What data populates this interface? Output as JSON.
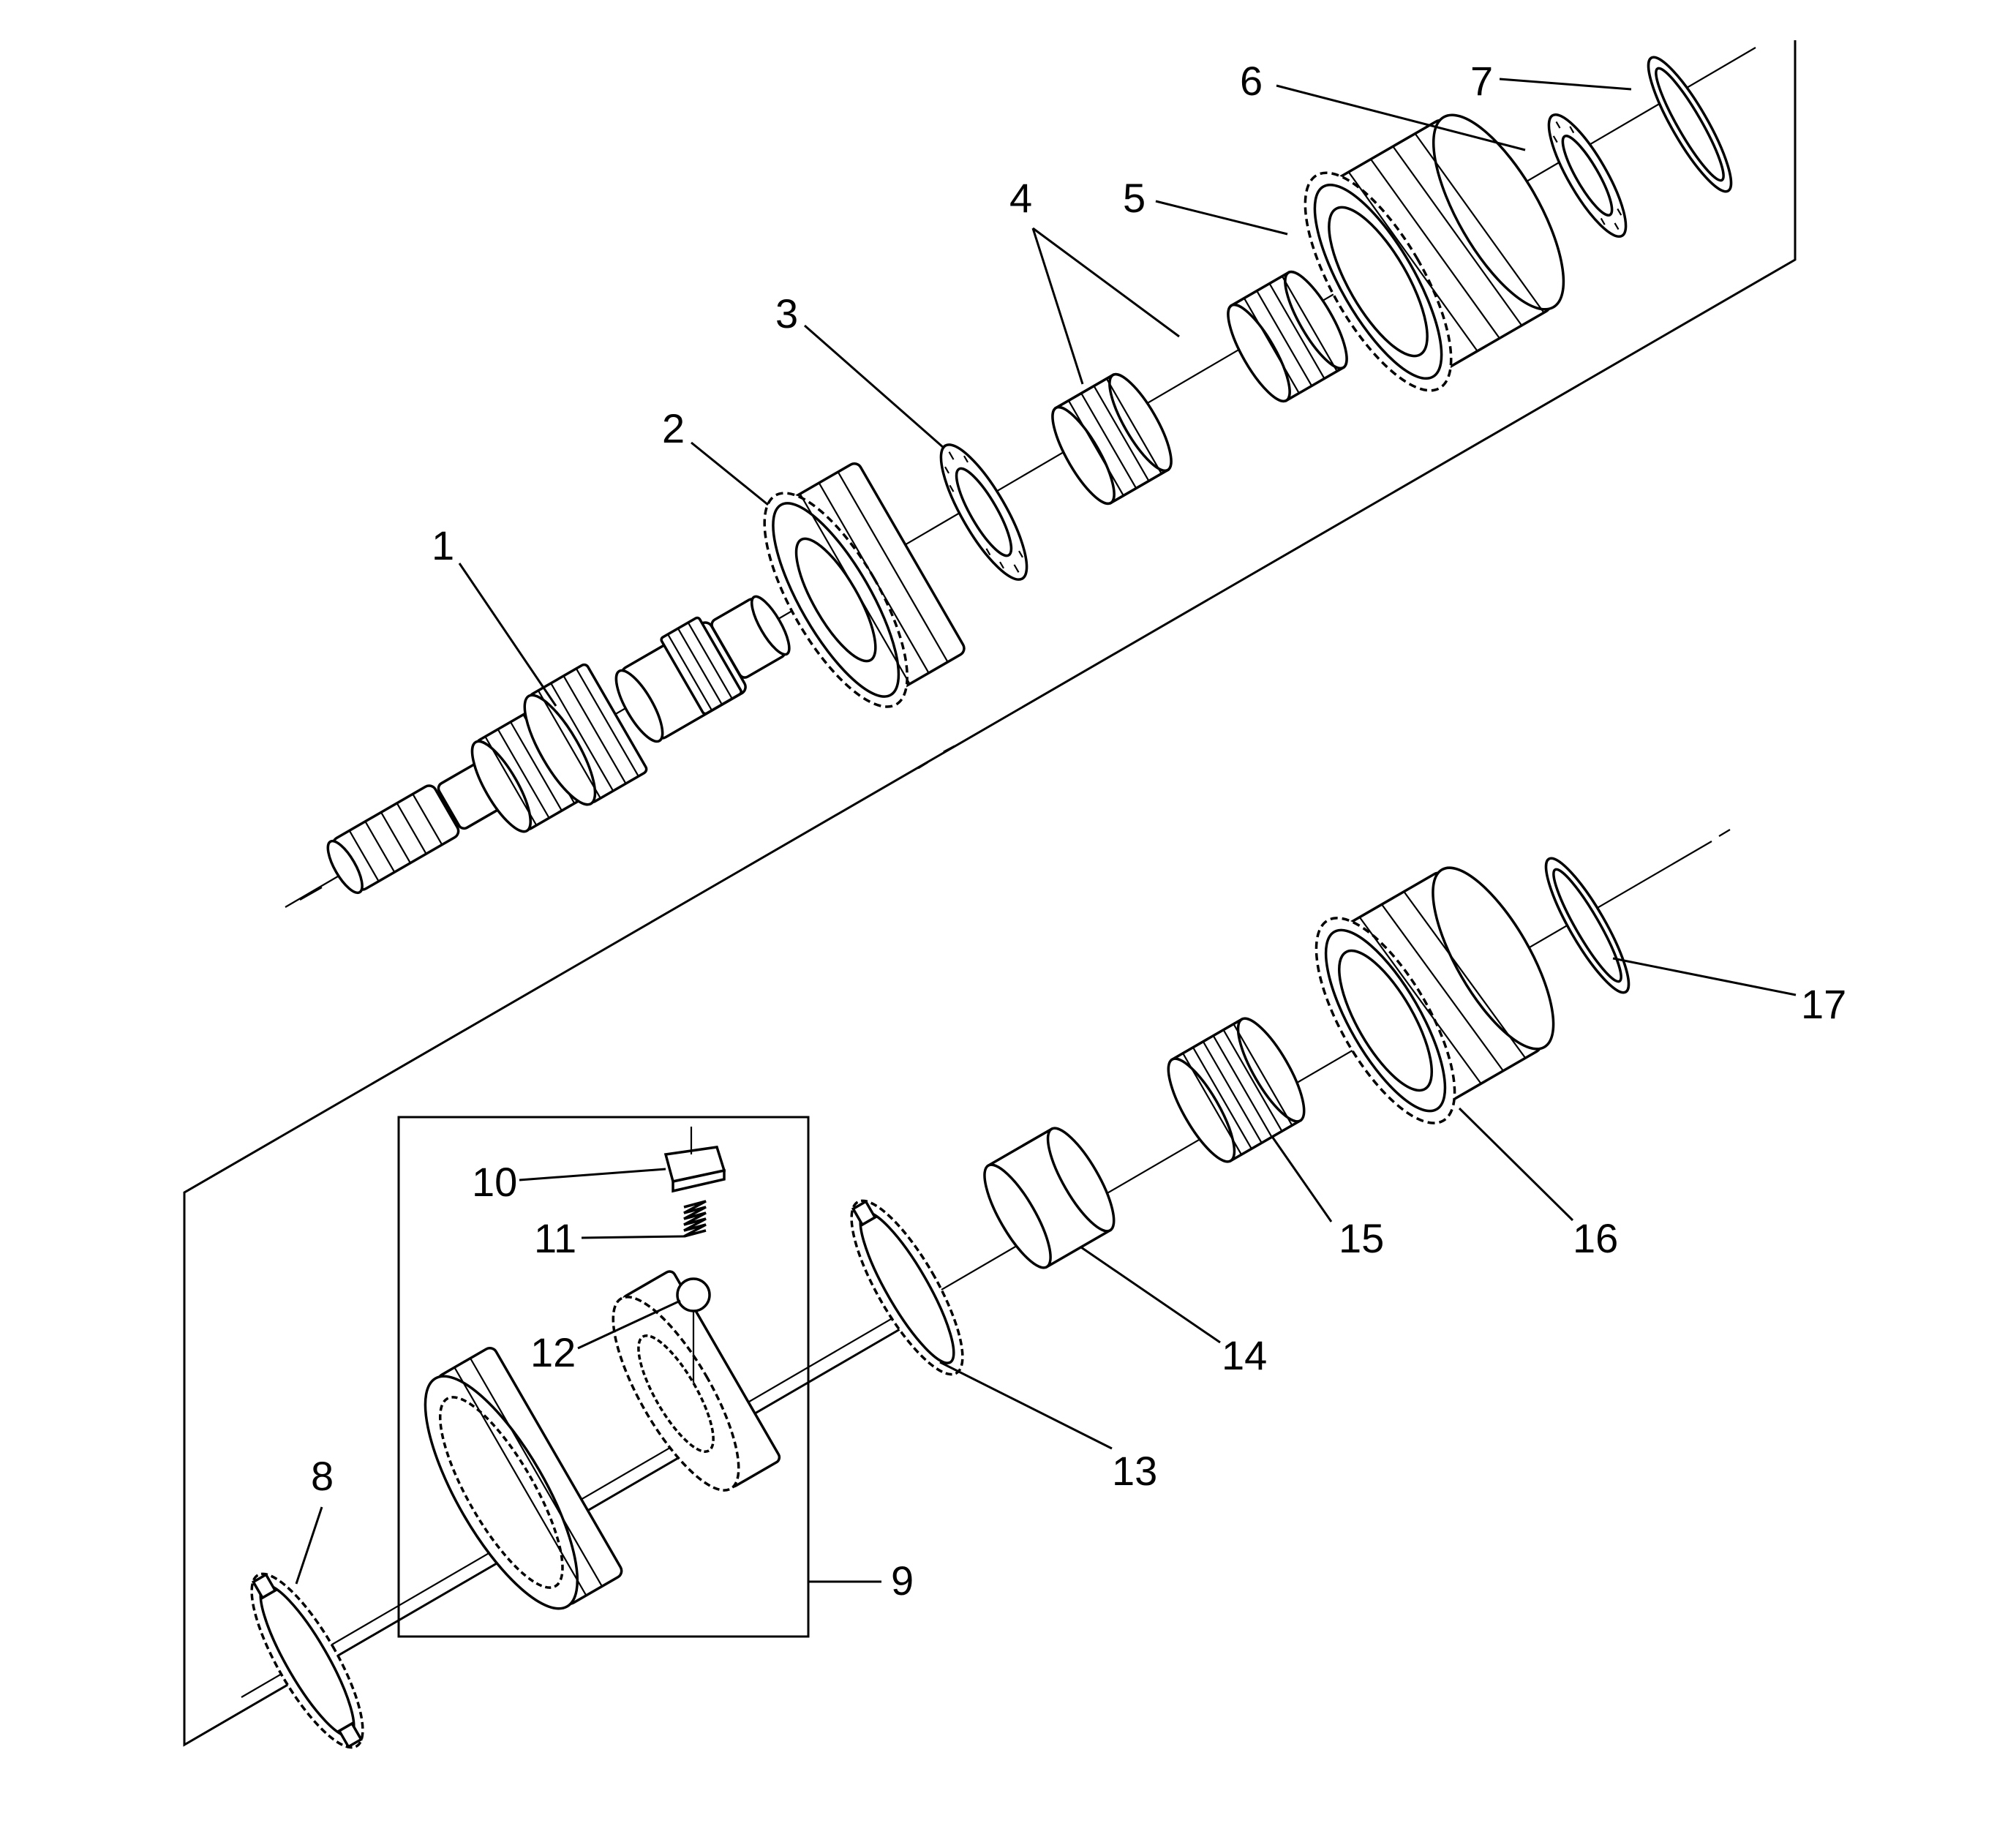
{
  "callouts": [
    {
      "id": "1",
      "text": "1"
    },
    {
      "id": "2",
      "text": "2"
    },
    {
      "id": "3",
      "text": "3"
    },
    {
      "id": "4",
      "text": "4"
    },
    {
      "id": "5",
      "text": "5"
    },
    {
      "id": "6",
      "text": "6"
    },
    {
      "id": "7",
      "text": "7"
    },
    {
      "id": "8",
      "text": "8"
    },
    {
      "id": "9",
      "text": "9"
    },
    {
      "id": "10",
      "text": "10"
    },
    {
      "id": "11",
      "text": "11"
    },
    {
      "id": "12",
      "text": "12"
    },
    {
      "id": "13",
      "text": "13"
    },
    {
      "id": "14",
      "text": "14"
    },
    {
      "id": "15",
      "text": "15"
    },
    {
      "id": "16",
      "text": "16"
    },
    {
      "id": "17",
      "text": "17"
    }
  ],
  "icons": {
    "shaft": "output-shaft-icon",
    "gear": "gear-icon",
    "thrust_bearing": "thrust-bearing-icon",
    "needle_bearing": "needle-bearing-icon",
    "washer": "thrust-washer-icon",
    "synchronizer": "synchronizer-icon",
    "spring": "spring-icon",
    "ball": "ball-icon",
    "key": "key-icon",
    "sleeve": "sleeve-icon"
  }
}
